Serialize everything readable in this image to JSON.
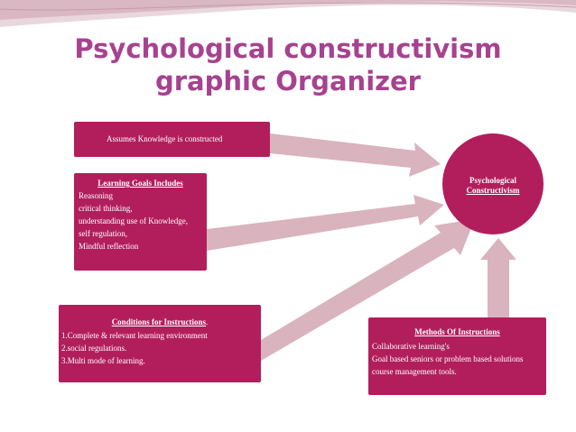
{
  "title": {
    "line1": "Psychological constructivism",
    "line2": "graphic Organizer"
  },
  "center": {
    "line1": "Psychological",
    "line2": "Constructivism"
  },
  "knowledge_box": {
    "text": "Assumes Knowledge is constructed"
  },
  "goals_box": {
    "heading": "Learning Goals Includes",
    "items": [
      "Reasoning",
      "critical thinking,",
      "understanding use of Knowledge,",
      "self regulation,",
      "Mindful reflection"
    ]
  },
  "conditions_box": {
    "heading": "Conditions for Instructions",
    "heading_suffix": ".",
    "items": [
      "1.Complete & relevant learning environment",
      "2.social regulations.",
      "3.Multi mode of learning."
    ]
  },
  "methods_box": {
    "heading": "Methods Of Instructions",
    "items": [
      "Collaborative learning's",
      "Goal based seniors or problem based solutions",
      "course management tools."
    ]
  },
  "colors": {
    "title": "#a6428f",
    "box": "#b21e5c",
    "arrow": "#d9b3bd",
    "banner": "#d9b8c4"
  }
}
